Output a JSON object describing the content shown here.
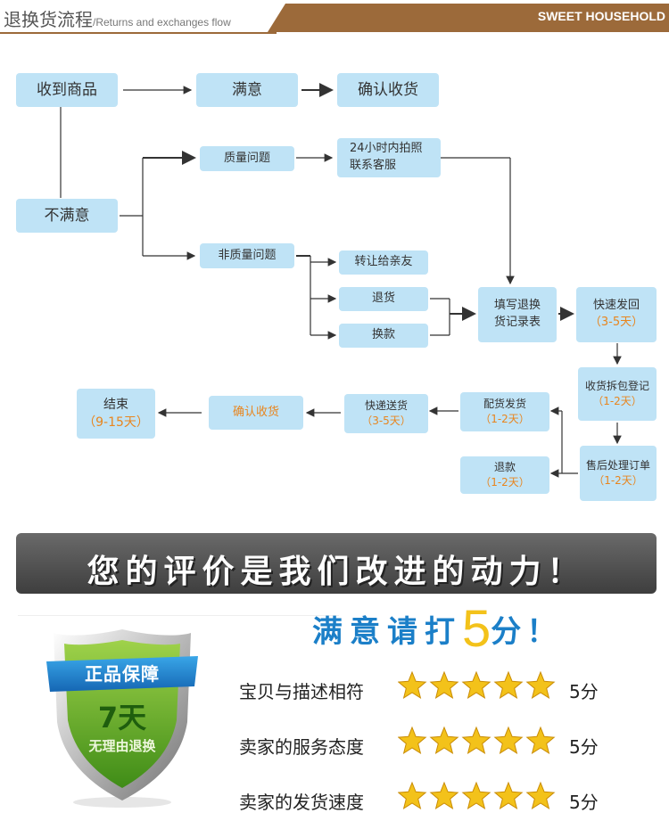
{
  "header": {
    "title_cn": "退换货流程",
    "title_en": "/Returns and exchanges flow",
    "brand": "SWEET HOUSEHOLD"
  },
  "colors": {
    "box": "#bfe3f6",
    "accent_orange": "#e8851e",
    "header_brown": "#9c6a3a",
    "rating_blue": "#1b7fc8",
    "star_gold": "#f3c21a"
  },
  "flow": {
    "received": "收到商品",
    "satisfied": "满意",
    "confirm_receipt_top": "确认收货",
    "unsatisfied": "不满意",
    "quality_issue": "质量问题",
    "photo_24h_line1": "24小时内拍照",
    "photo_24h_line2": "联系客服",
    "non_quality_issue": "非质量问题",
    "transfer_friends": "转让给亲友",
    "return_goods": "退货",
    "exchange": "换款",
    "fill_form_line1": "填写退换",
    "fill_form_line2": "货记录表",
    "ship_back_line1": "快速发回",
    "ship_back_line2": "（3-5天）",
    "unpack_line1": "收货拆包登记",
    "unpack_line2": "（1-2天）",
    "after_sale_line1": "售后处理订单",
    "after_sale_line2": "（1-2天）",
    "dispatch_line1": "配货发货",
    "dispatch_line2": "（1-2天）",
    "refund_line1": "退款",
    "refund_line2": "（1-2天）",
    "courier_line1": "快递送货",
    "courier_line2": "（3-5天）",
    "confirm_receipt_bottom": "确认收货",
    "end_line1": "结束",
    "end_line2": "（9-15天）"
  },
  "banner": {
    "text": "您的评价是我们改进的动力！"
  },
  "rating": {
    "prefix": "满意请打",
    "number": "5",
    "suffix": "分！",
    "rows": [
      {
        "label": "宝贝与描述相符",
        "stars": 5,
        "score": "5分"
      },
      {
        "label": "卖家的服务态度",
        "stars": 5,
        "score": "5分"
      },
      {
        "label": "卖家的发货速度",
        "stars": 5,
        "score": "5分"
      }
    ]
  },
  "badge": {
    "ribbon": "正品保障",
    "days": "7天",
    "policy": "无理由退换"
  }
}
